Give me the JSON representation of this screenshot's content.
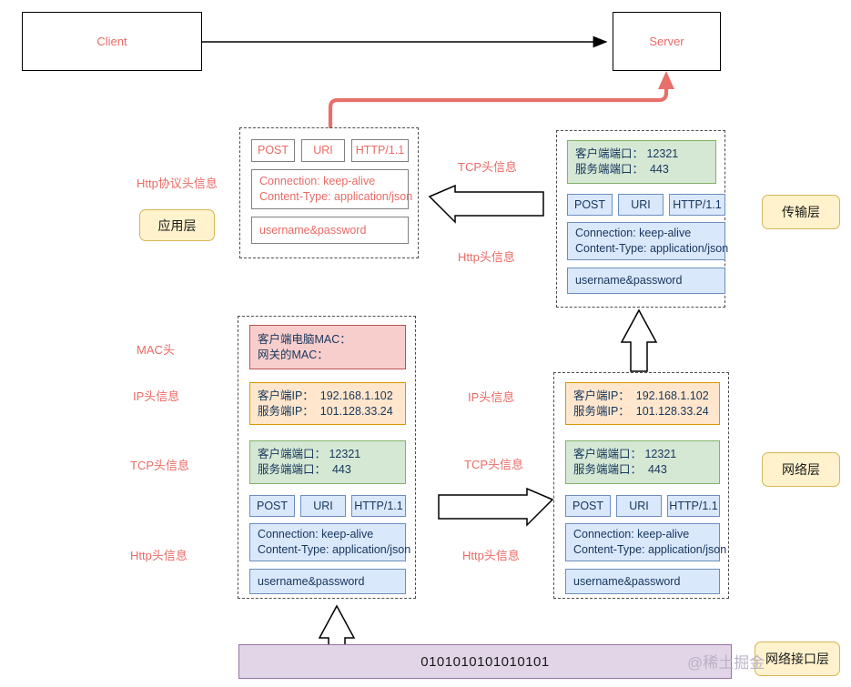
{
  "top": {
    "client_label": "Client",
    "server_label": "Server"
  },
  "left_labels": {
    "http_protocol_header": "Http协议头信息",
    "mac_header": "MAC头",
    "ip_header": "IP头信息",
    "tcp_header": "TCP头信息",
    "http_header": "Http头信息"
  },
  "middle_labels": {
    "tcp_header_top": "TCP头信息",
    "http_header_top": "Http头信息",
    "tcp_header_bottom": "TCP头信息",
    "http_header_bottom": "Http头信息"
  },
  "layer_chips": {
    "application": "应用层",
    "transport": "传输层",
    "network": "网络层",
    "network_interface": "网络接口层"
  },
  "http_fields": {
    "method": "POST",
    "uri": "URI",
    "version": "HTTP/1.1",
    "headers": "Connection: keep-alive\nContent-Type: application/json",
    "body": "username&password"
  },
  "tcp_fields": {
    "text": "客户端端口： 12321\n服务端端口：  443"
  },
  "ip_fields": {
    "text": "客户端IP：  192.168.1.102\n服务端IP：  101.128.33.24"
  },
  "mac_fields": {
    "text": "客户端电脑MAC：\n网关的MAC："
  },
  "bit_stream": {
    "value": "0101010101010101"
  },
  "watermark": {
    "text": "@稀土掘金"
  },
  "colors": {
    "accent_red": "#ea6b66",
    "http_blue_fill": "#dae8fc",
    "tcp_green_fill": "#d5e8d4",
    "ip_orange_fill": "#ffe6cc",
    "mac_pink_fill": "#f8cecc",
    "layer_yellow_fill": "#fff2cc",
    "bitbar_purple_fill": "#e1d5e7"
  }
}
